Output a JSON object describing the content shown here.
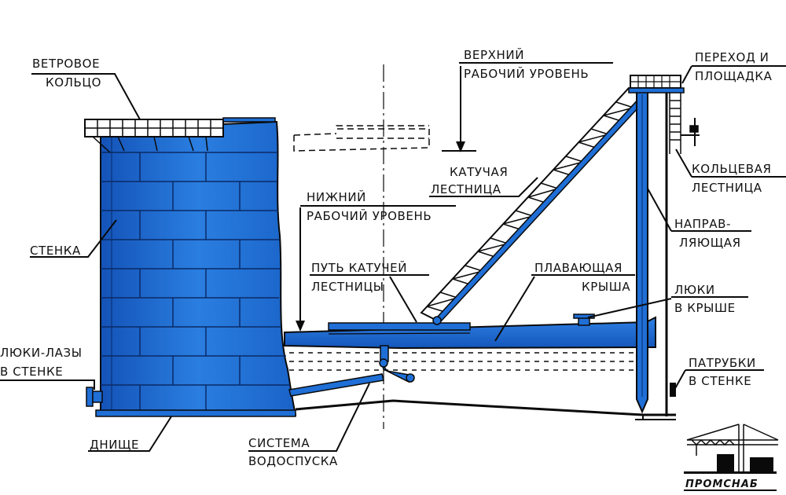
{
  "labels": {
    "wind_ring_1": "ВЕТРОВОЕ",
    "wind_ring_2": "КОЛЬЦО",
    "wall": "СТЕНКА",
    "manholes_wall_1": "ЛЮКИ-ЛАЗЫ",
    "manholes_wall_2": "В СТЕНКЕ",
    "bottom": "ДНИЩЕ",
    "drain_1": "СИСТЕМА",
    "drain_2": "ВОДОСПУСКА",
    "upper_level_1": "ВЕРХНИЙ",
    "upper_level_2": "РАБОЧИЙ УРОВЕНЬ",
    "lower_level_1": "НИЖНИЙ",
    "lower_level_2": "РАБОЧИЙ УРОВЕНЬ",
    "rolling_ladder_1": "КАТУЧАЯ",
    "rolling_ladder_2": "ЛЕСТНИЦА",
    "ladder_path_1": "ПУТЬ КАТУЧЕЙ",
    "ladder_path_2": "ЛЕСТНИЦЫ",
    "floating_roof_1": "ПЛАВАЮЩАЯ",
    "floating_roof_2": "КРЫША",
    "roof_hatches_1": "ЛЮКИ",
    "roof_hatches_2": "В КРЫШЕ",
    "guide_1": "НАПРАВ-",
    "guide_2": "ЛЯЮЩАЯ",
    "ring_ladder_1": "КОЛЬЦЕВАЯ",
    "ring_ladder_2": "ЛЕСТНИЦА",
    "platform_1": "ПЕРЕХОД И",
    "platform_2": "ПЛОЩАДКА",
    "nozzles_1": "ПАТРУБКИ",
    "nozzles_2": "В СТЕНКЕ"
  },
  "logo": {
    "name": "ПРОМСНАБ"
  },
  "colors": {
    "tank_blue": "#1f6fd6",
    "tank_blue_light": "#3b8ae6",
    "outline": "#0a0a0a",
    "text": "#111111"
  }
}
